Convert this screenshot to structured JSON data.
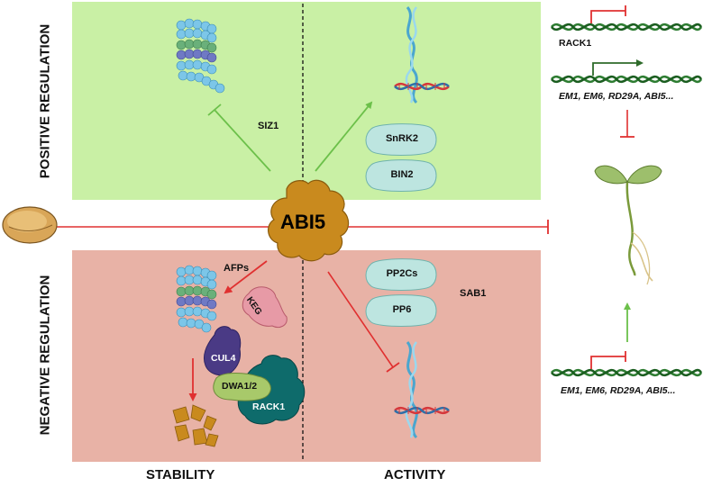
{
  "sections": {
    "positive_regulation": "POSITIVE REGULATION",
    "negative_regulation": "NEGATIVE REGULATION",
    "stability": "STABILITY",
    "activity": "ACTIVITY"
  },
  "central_protein": "ABI5",
  "positive": {
    "siz1": "SIZ1",
    "snrk2": "SnRK2",
    "bin2": "BIN2"
  },
  "negative": {
    "afps": "AFPs",
    "keg": "KEG",
    "cul4": "CUL4",
    "dwa": "DWA1/2",
    "rack1": "RACK1",
    "pp2cs": "PP2Cs",
    "pp6": "PP6",
    "sab1": "SAB1"
  },
  "right_panel": {
    "rack1": "RACK1",
    "genes_top": "EM1, EM6, RD29A, ABI5...",
    "genes_bottom": "EM1, EM6, RD29A, ABI5..."
  },
  "colors": {
    "positive_bg": "#c9f0a5",
    "negative_bg": "#e8b2a6",
    "abi5": "#c98a1e",
    "inhibit_red": "#e03030",
    "activate_green": "#6cc04a",
    "dna_green": "#2e7d32",
    "pill_teal": "#bde5e0",
    "rack1": "#0e6b6b",
    "cul4": "#4a3a85",
    "dwa": "#a8c96a",
    "keg": "#e79aa6"
  }
}
